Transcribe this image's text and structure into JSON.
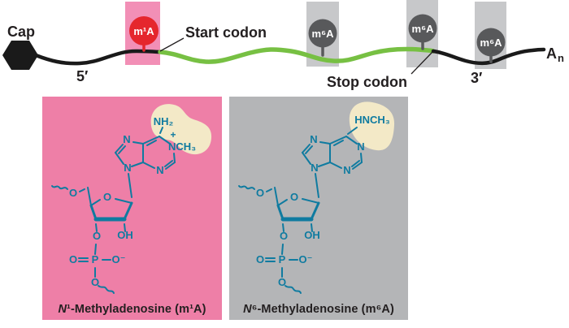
{
  "colors": {
    "rna_black": "#1a1a1a",
    "coding_green": "#77c043",
    "m1a_red": "#e5262d",
    "m1a_band_pink": "#f28fb6",
    "m6a_gray_dark": "#58595b",
    "m6a_band_gray": "#c7c8ca",
    "panel_pink": "#ee7fa7",
    "panel_gray": "#b4b5b7",
    "structure_teal": "#0f7ba0",
    "highlight_cream": "#f3e9c7",
    "text_dark": "#231f20"
  },
  "rna_diagram": {
    "cap_label": "Cap",
    "five_prime_label": "5′",
    "three_prime_label": "3′",
    "start_codon_label": "Start codon",
    "stop_codon_label": "Stop codon",
    "poly_a": {
      "main": "A",
      "sub": "n"
    },
    "m1a_badge_label": "m¹A",
    "m6a_badge_labels": [
      "m⁶A",
      "m⁶A",
      "m⁶A"
    ]
  },
  "chem_labels": {
    "nitrogen": "N",
    "oxygen": "O",
    "hydroxyl": "OH",
    "phosphorus": "P",
    "oxygen_minus": "O⁻",
    "amine": "NH₂",
    "plus_charge": "+",
    "n_methyl": "NCH₃",
    "hn_methyl": "HNCH₃"
  },
  "m1a_panel": {
    "caption_prefix": "N",
    "caption_rest": "¹-Methyladenosine (m¹A)"
  },
  "m6a_panel": {
    "caption_prefix": "N",
    "caption_rest": "⁶-Methyladenosine (m⁶A)"
  }
}
